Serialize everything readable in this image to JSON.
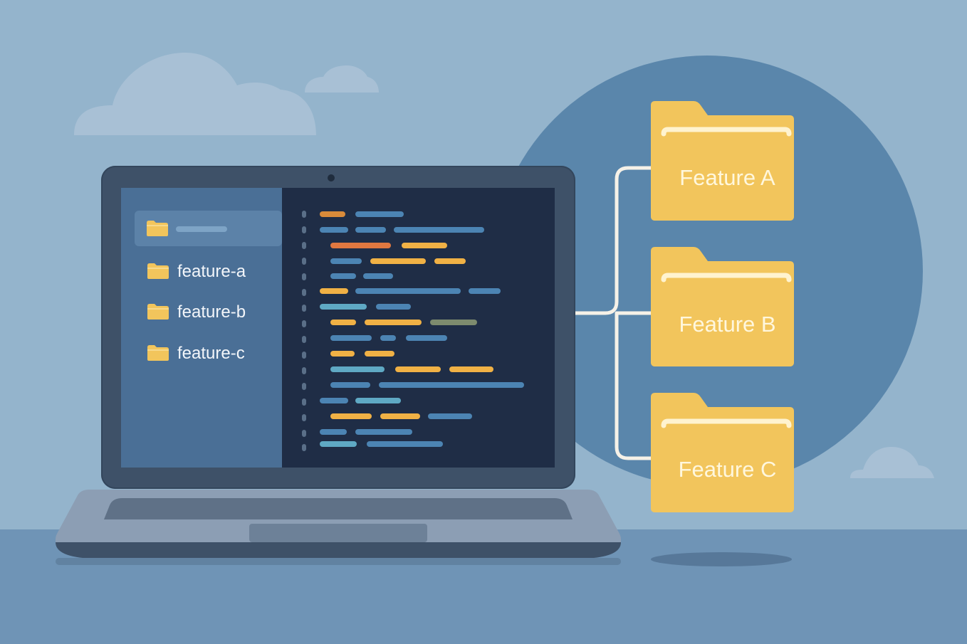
{
  "sidebar": {
    "items": [
      {
        "label": "feature-a"
      },
      {
        "label": "feature-b"
      },
      {
        "label": "feature-c"
      }
    ]
  },
  "features": [
    {
      "label": "Feature A"
    },
    {
      "label": "Feature B"
    },
    {
      "label": "Feature C"
    }
  ],
  "colors": {
    "background": "#94b4cc",
    "floor": "#6f94b6",
    "circle": "#5a86ab",
    "folder": "#f2c55c",
    "code_background": "#1f2d46",
    "sidebar": "#4a6f96"
  }
}
